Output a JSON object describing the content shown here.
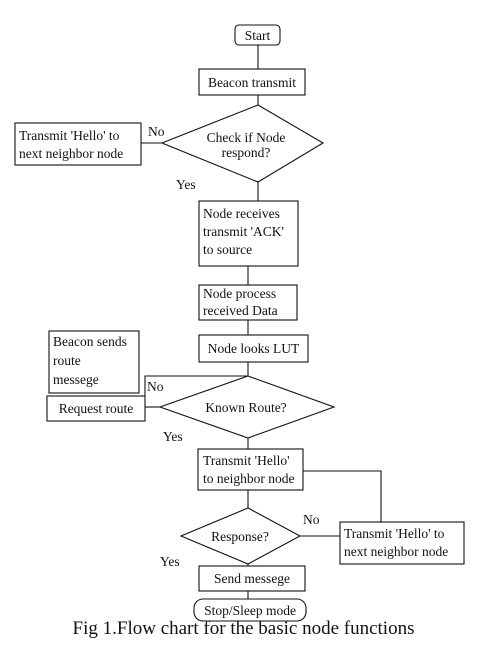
{
  "nodes": {
    "start": "Start",
    "beacon_transmit": "Beacon transmit",
    "check_respond": [
      "Check if Node",
      "respond?"
    ],
    "transmit_hello_next_top": [
      "Transmit 'Hello' to",
      "next neighbor node"
    ],
    "node_receives": [
      "Node receives",
      "transmit 'ACK'",
      "to source"
    ],
    "node_process": [
      "Node process",
      "received Data"
    ],
    "node_looks_lut": "Node looks LUT",
    "beacon_sends": [
      "Beacon sends",
      "route",
      "messege"
    ],
    "request_route": "Request route",
    "known_route": "Known Route?",
    "transmit_hello_neighbor": [
      "Transmit 'Hello'",
      "to neighbor node"
    ],
    "response": "Response?",
    "transmit_hello_next_bottom": [
      "Transmit 'Hello' to",
      "next neighbor node"
    ],
    "send_messege": "Send messege",
    "stop_sleep": "Stop/Sleep mode"
  },
  "edge_labels": {
    "check_no": "No",
    "check_yes": "Yes",
    "known_no": "No",
    "known_yes": "Yes",
    "response_no": "No",
    "response_yes": "Yes"
  },
  "caption": "Fig 1.Flow chart for the basic node functions"
}
